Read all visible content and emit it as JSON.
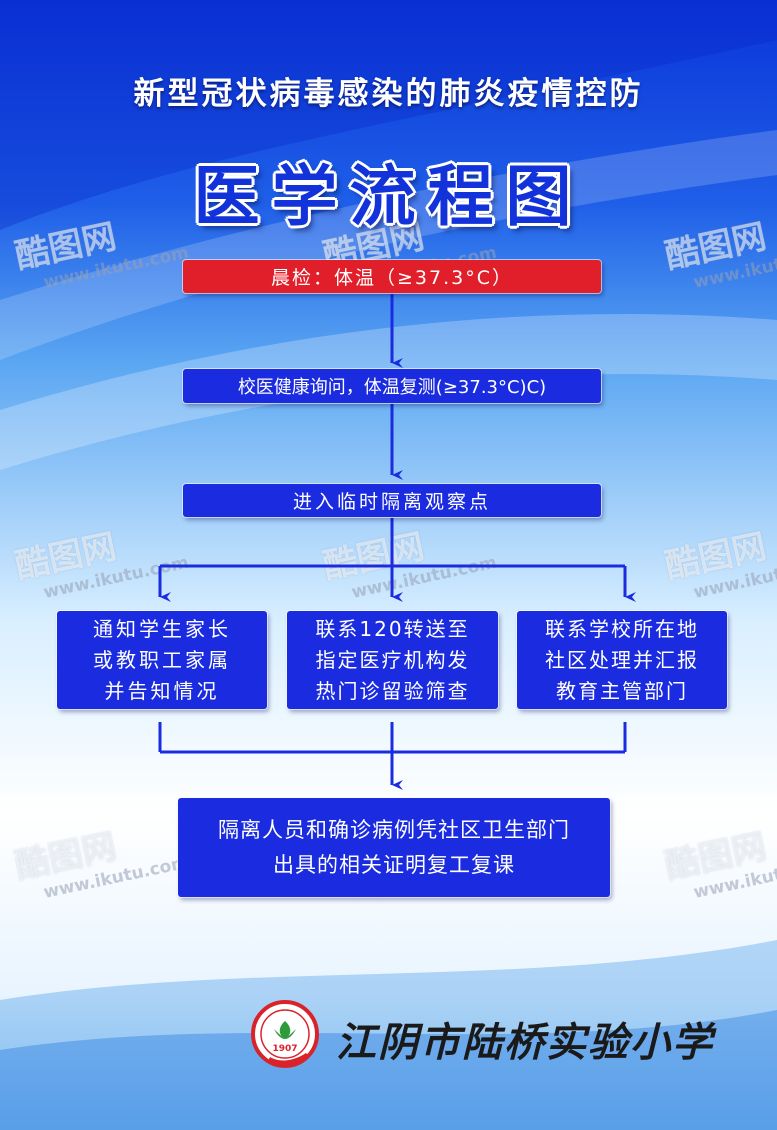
{
  "header": {
    "title_line1": "新型冠状病毒感染的肺炎疫情控防",
    "title_line2": "医学流程图"
  },
  "flow": {
    "step1": "晨检：体温（≥37.3°C）",
    "step2": "校医健康询问，体温复测(≥37.3°C)C)",
    "step3": "进入临时隔离观察点",
    "branch_left": "通知学生家长\n或教职工家属\n并告知情况",
    "branch_middle": "联系120转送至\n指定医疗机构发\n热门诊留验筛查",
    "branch_right": "联系学校所在地\n社区处理并汇报\n教育主管部门",
    "final": "隔离人员和确诊病例凭社区卫生部门\n出具的相关证明复工复课"
  },
  "footer": {
    "school_name": "江阴市陆桥实验小学",
    "logo_text": "1907"
  },
  "watermark": {
    "cn": "酷图网",
    "en": "www.ikutu.com"
  },
  "colors": {
    "box_blue": "#1a2be0",
    "box_red": "#e01f2a",
    "arrow_blue": "#1a2be0",
    "title_blue": "#1233d9"
  }
}
